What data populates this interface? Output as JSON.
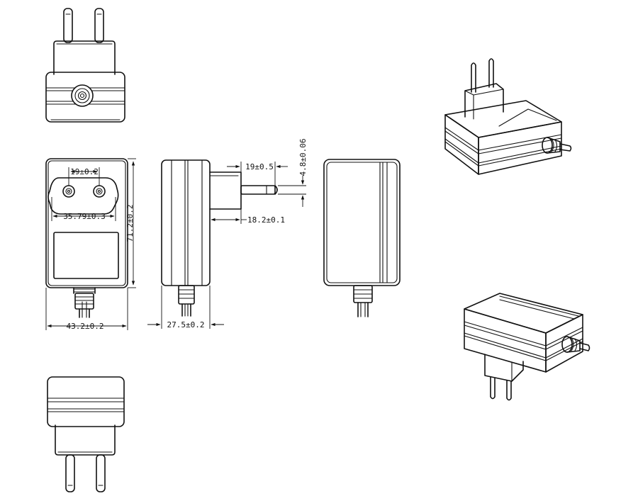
{
  "dimensions": {
    "pin_spacing": "19±0.2",
    "outer_spacing": "35.79±0.3",
    "height": "71.2±0.2",
    "width": "43.2±0.2",
    "depth": "27.5±0.2",
    "pin_length": "19±0.5",
    "pin_diameter": "4.8±0.06",
    "plug_offset": "18.2±0.1"
  }
}
